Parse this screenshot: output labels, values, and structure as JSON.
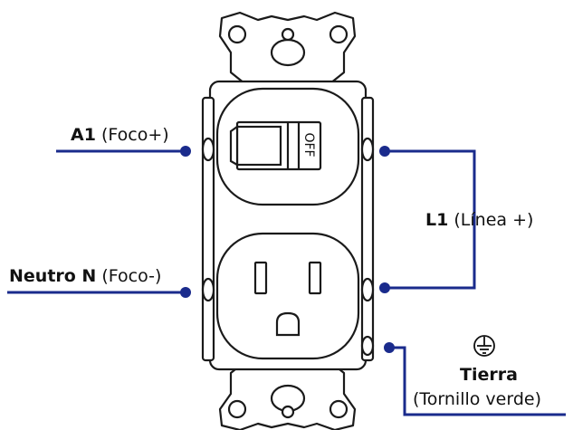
{
  "labels": {
    "a1": {
      "main": "A1",
      "sub": "(Foco+)"
    },
    "neutro": {
      "main": "Neutro N",
      "sub": "(Foco-)"
    },
    "l1": {
      "main": "L1",
      "sub": "(Línea +)"
    },
    "tierra": {
      "main": "Tierra",
      "sub": "(Tornillo verde)"
    }
  },
  "switch": {
    "off_text": "OFF"
  },
  "icons": {
    "ground": "ground-symbol-icon"
  },
  "colors": {
    "wire": "#1a2b8c",
    "outline": "#1a1a1a",
    "device_fill": "#ffffff"
  }
}
